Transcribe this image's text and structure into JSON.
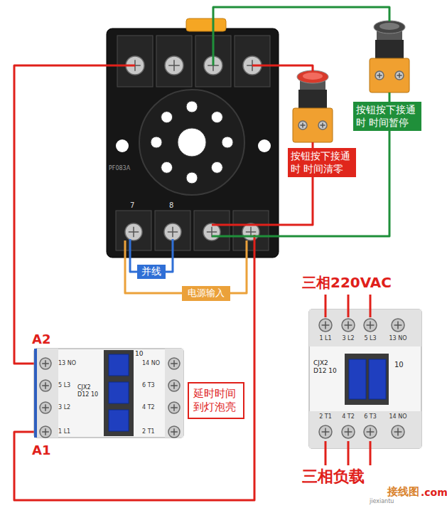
{
  "diagram": {
    "nodes": [
      {
        "text": [
          "按钮按下接通 时 时间暂停"
        ]
      },
      {
        "text": [
          "按钮按下接通 时 时间清零"
        ]
      },
      {
        "text": [
          "并线"
        ]
      },
      {
        "text": [
          "电源输入"
        ]
      },
      {
        "text": [
          "CJX2 D12 10",
          "10"
        ]
      },
      {
        "text": [
          "延时时间 到灯泡亮"
        ]
      },
      {
        "text": [
          "CJX2 D12 10",
          "10"
        ]
      }
    ],
    "labels": [
      "7",
      "8",
      "PF083A",
      "A2",
      "A1",
      "13 NO",
      "5 L3",
      "3 L2",
      "1 L1",
      "14 NO",
      "6 T3",
      "4 T2",
      "2 T1",
      "1 L1",
      "3 L2",
      "5 L3",
      "13 NO",
      "2 T1",
      "4 T2",
      "6 T3",
      "14 NO",
      "三相220VAC",
      "三相负载",
      "接线图",
      "jiexiantu",
      ".com"
    ]
  }
}
